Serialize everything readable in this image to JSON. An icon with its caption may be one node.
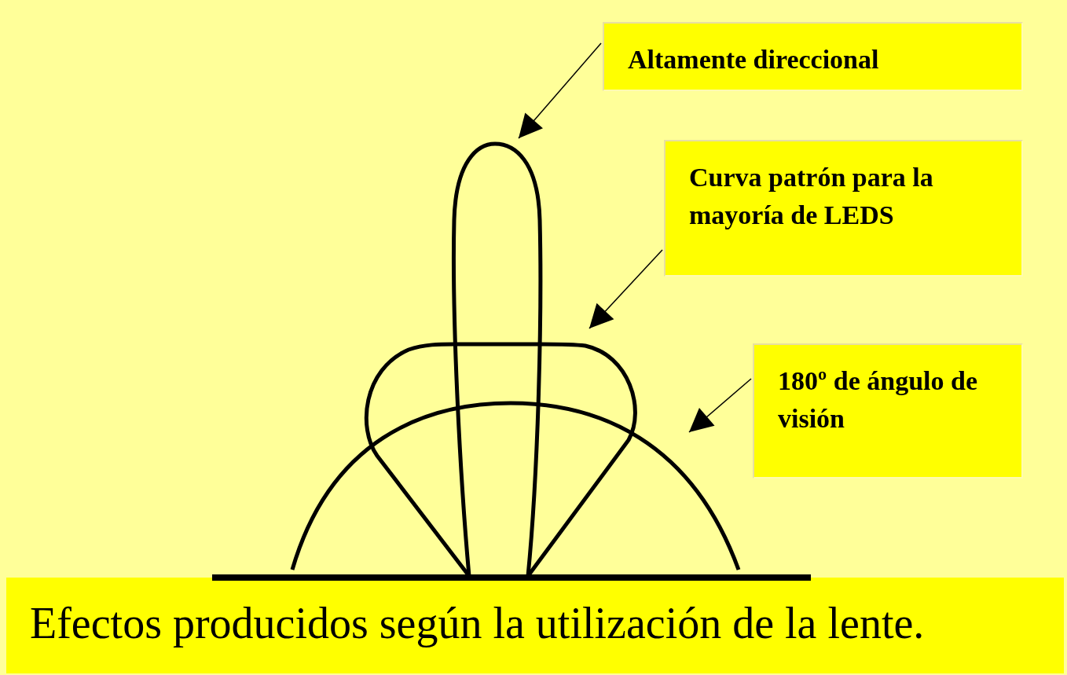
{
  "diagram": {
    "caption": "Efectos producidos según la utilización de la lente.",
    "nodes": [
      {
        "text": [
          "Altamente direccional"
        ]
      },
      {
        "text": [
          "Curva patrón para la mayoría de LEDS"
        ]
      },
      {
        "text": [
          "180º de ángulo de visión"
        ]
      },
      {
        "text": [],
        "shape": "curve"
      },
      {
        "text": [],
        "shape": "curve"
      },
      {
        "text": [],
        "shape": "curve"
      }
    ],
    "edges": [
      {
        "from": 0,
        "to": 3,
        "arrow": "to"
      },
      {
        "from": 1,
        "to": 4,
        "arrow": "to"
      },
      {
        "from": 2,
        "to": 5,
        "arrow": "to"
      }
    ]
  }
}
